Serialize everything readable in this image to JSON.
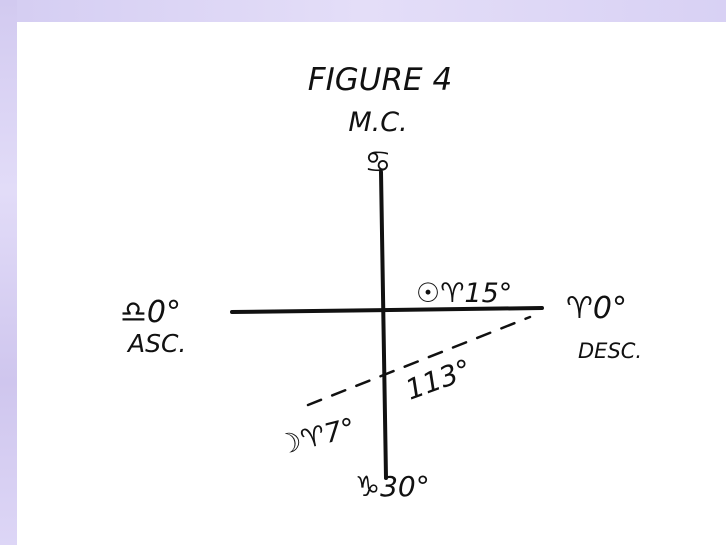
{
  "figure": {
    "title": "FIGURE 4",
    "top_label": "M.C.",
    "top_sign": "♋",
    "left_label": "♎0°",
    "left_sublabel": "ASC.",
    "right_label": "♈0°",
    "right_sublabel": "DESC.",
    "bottom_label": "♑30°",
    "sun_label": "☉♈15°",
    "moon_label": "☽♈7°",
    "diagonal_label": "113°"
  },
  "colors": {
    "ink": "#111111",
    "background": "#ffffff",
    "frame": "#dcd6f4"
  }
}
